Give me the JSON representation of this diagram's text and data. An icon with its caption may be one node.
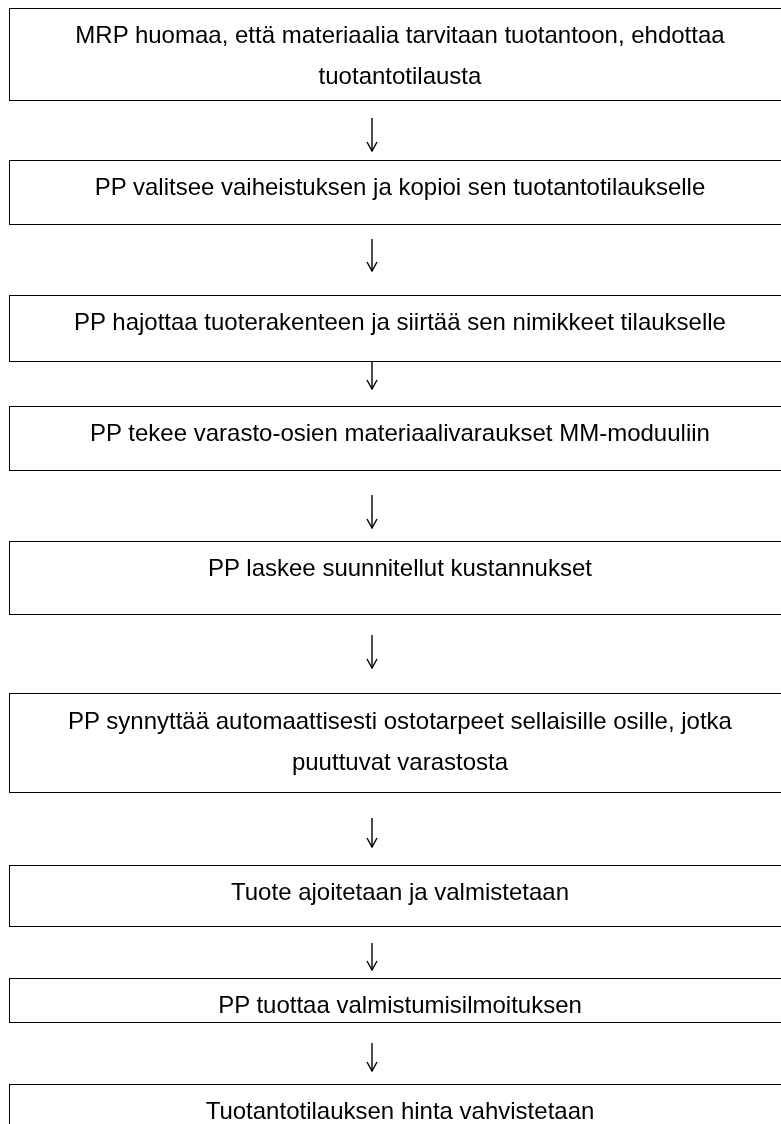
{
  "diagram": {
    "nodes": [
      {
        "text": [
          "MRP huomaa, että materiaalia tarvitaan tuotantoon, ehdottaa tuotantotilausta"
        ]
      },
      {
        "text": [
          "PP valitsee vaiheistuksen ja kopioi sen tuotantotilaukselle"
        ]
      },
      {
        "text": [
          "PP hajottaa tuoterakenteen ja siirtää sen nimikkeet tilaukselle"
        ]
      },
      {
        "text": [
          "PP tekee varasto-osien materiaalivaraukset MM-moduuliin"
        ]
      },
      {
        "text": [
          "PP laskee suunnitellut kustannukset"
        ]
      },
      {
        "text": [
          "PP synnyttää automaattisesti ostotarpeet sellaisille osille, jotka puuttuvat varastosta"
        ]
      },
      {
        "text": [
          "Tuote ajoitetaan ja valmistetaan"
        ]
      },
      {
        "text": [
          "PP tuottaa valmistumisilmoituksen"
        ]
      },
      {
        "text": [
          "Tuotantotilauksen hinta vahvistetaan"
        ]
      }
    ],
    "edges": [
      {
        "from": 0,
        "to": 1,
        "arrow": "to"
      },
      {
        "from": 1,
        "to": 2,
        "arrow": "to"
      },
      {
        "from": 2,
        "to": 3,
        "arrow": "to"
      },
      {
        "from": 3,
        "to": 4,
        "arrow": "to"
      },
      {
        "from": 4,
        "to": 5,
        "arrow": "to"
      },
      {
        "from": 5,
        "to": 6,
        "arrow": "to"
      },
      {
        "from": 6,
        "to": 7,
        "arrow": "to"
      },
      {
        "from": 7,
        "to": 8,
        "arrow": "to"
      }
    ]
  }
}
